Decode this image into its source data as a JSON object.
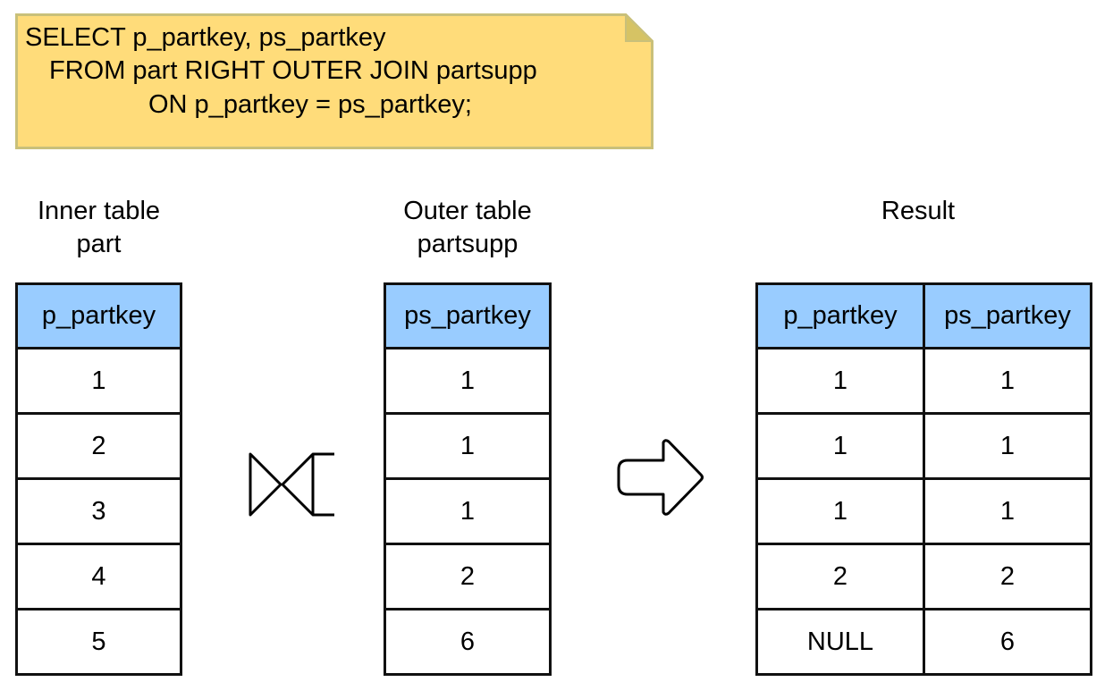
{
  "query": {
    "line1": "SELECT p_partkey, ps_partkey",
    "line2": "FROM part RIGHT OUTER JOIN partsupp",
    "line3": "ON p_partkey = ps_partkey;"
  },
  "inner": {
    "title": "Inner table",
    "name": "part",
    "column": "p_partkey",
    "rows": [
      "1",
      "2",
      "3",
      "4",
      "5"
    ]
  },
  "outer": {
    "title": "Outer table",
    "name": "partsupp",
    "column": "ps_partkey",
    "rows": [
      "1",
      "1",
      "1",
      "2",
      "6"
    ]
  },
  "result": {
    "title": "Result",
    "columns": [
      "p_partkey",
      "ps_partkey"
    ],
    "rows": [
      [
        "1",
        "1"
      ],
      [
        "1",
        "1"
      ],
      [
        "1",
        "1"
      ],
      [
        "2",
        "2"
      ],
      [
        "NULL",
        "6"
      ]
    ]
  },
  "icons": {
    "join": "right-outer-join-icon",
    "arrow": "right-arrow-icon"
  },
  "colors": {
    "note_fill": "#ffdc7a",
    "note_border": "#c9c07a",
    "header_fill": "#99ccff",
    "border": "#111111"
  }
}
